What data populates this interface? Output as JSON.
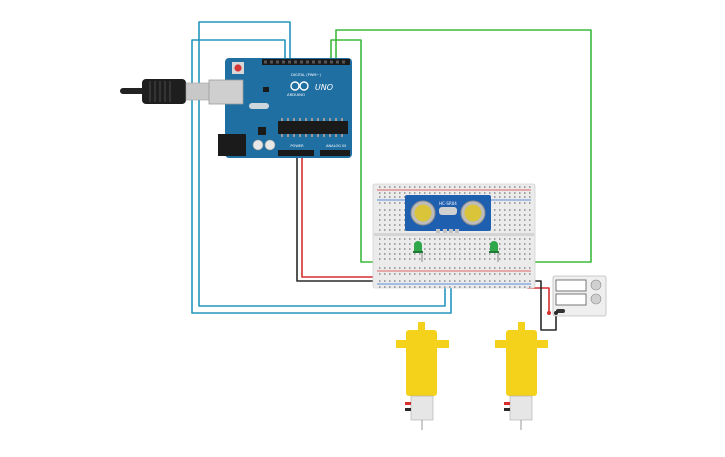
{
  "arduino": {
    "brand": "ARDUINO",
    "model": "UNO",
    "digital_label": "DIGITAL (PWM~)",
    "power_label": "POWER",
    "analog_label": "ANALOG IN",
    "color": "#1f6fa3"
  },
  "sensor": {
    "model": "HC-SR04"
  },
  "colors": {
    "wire_blue": "#2596be",
    "wire_green": "#3db93d",
    "wire_red": "#d62f2f",
    "wire_black": "#2a2a2a",
    "motor_yellow": "#f4d21b",
    "led_green": "#2ea84a",
    "breadboard": "#ebebeb"
  },
  "components": [
    "usb-cable",
    "arduino-uno",
    "breadboard",
    "ultrasonic-sensor",
    "led-left",
    "led-right",
    "power-supply",
    "motor-left",
    "motor-right"
  ]
}
